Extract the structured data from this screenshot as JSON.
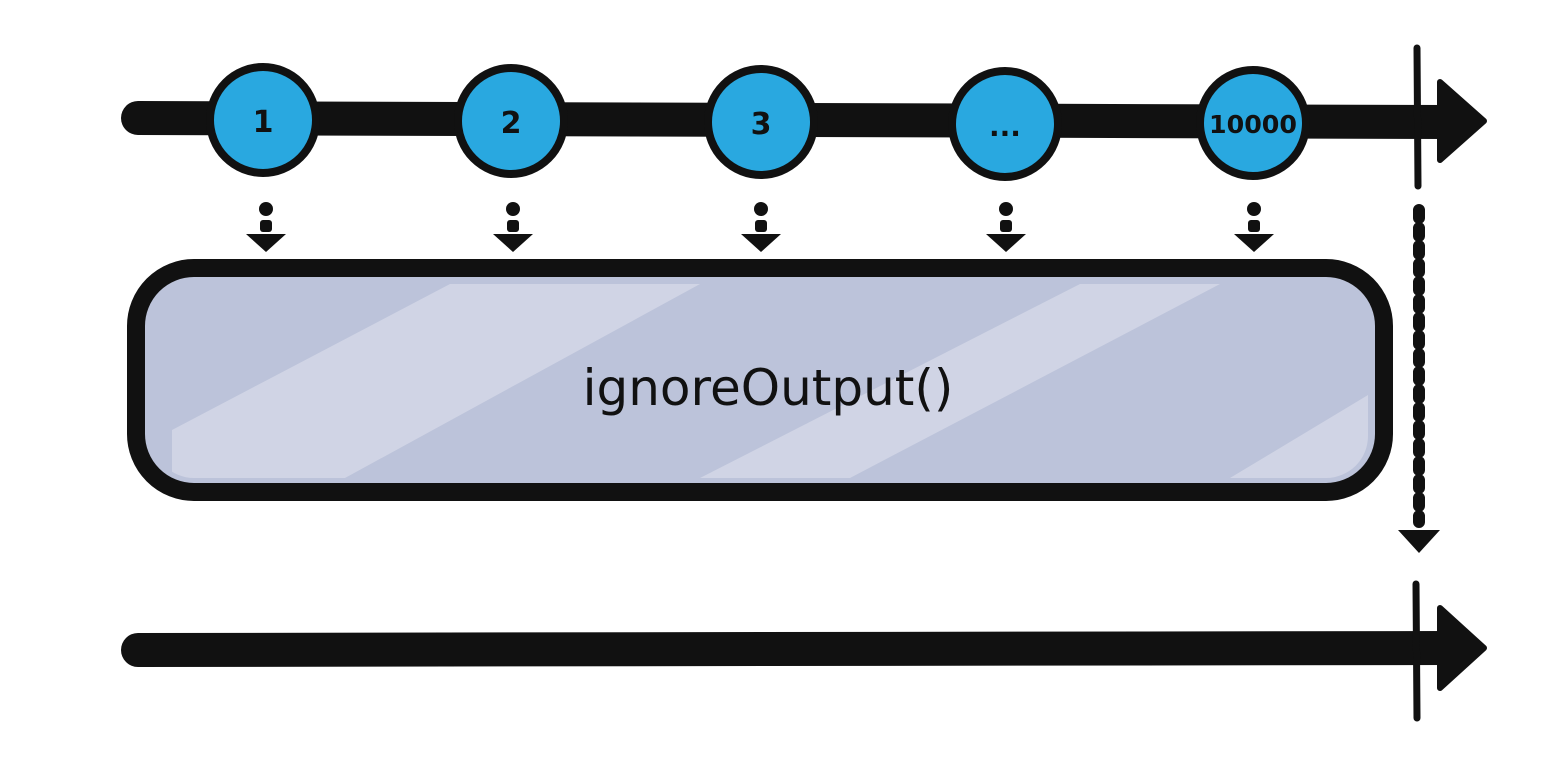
{
  "colors": {
    "background": "#ffffff",
    "stroke": "#111111",
    "marble_fill": "#29a8e0",
    "operator_fill": "#bcc3da",
    "operator_stripe": "#d3d7e6"
  },
  "source": {
    "marbles": [
      {
        "label": "1"
      },
      {
        "label": "2"
      },
      {
        "label": "3"
      },
      {
        "label": "..."
      },
      {
        "label": "10000"
      }
    ]
  },
  "operator": {
    "label": "ignoreOutput()"
  }
}
